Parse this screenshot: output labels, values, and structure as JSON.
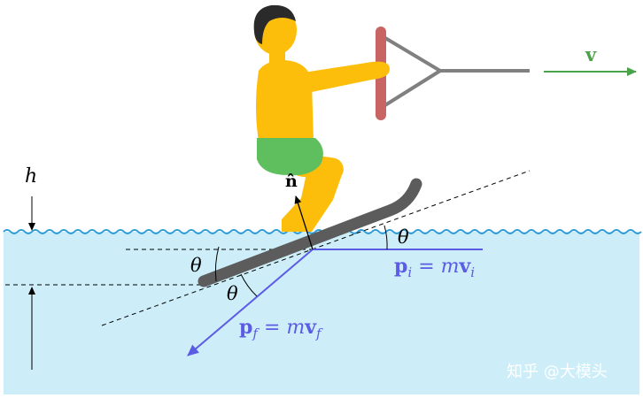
{
  "labels": {
    "velocity": "v",
    "normal": "n̂",
    "depth": "h",
    "angle_symbol": "θ",
    "p_initial": {
      "p": "p",
      "sub": "i",
      "eq": " = m",
      "v": "v",
      "vsub": "i"
    },
    "p_final": {
      "p": "p",
      "sub": "f",
      "eq": " = m",
      "v": "v",
      "vsub": "f"
    }
  },
  "watermark": "知乎 @大模头",
  "colors": {
    "water": "#cdeef8",
    "wave_line": "#2b9bd6",
    "skin": "#fcbe0a",
    "hair": "#2a2a2a",
    "shorts": "#5fbf5f",
    "handle": "#c86464",
    "rope": "#808080",
    "ski": "#5c5c5c",
    "momentum": "#5b5be6",
    "velocity_arrow": "#4aa34a",
    "text": "#000000",
    "watermark": "#ffffff"
  }
}
